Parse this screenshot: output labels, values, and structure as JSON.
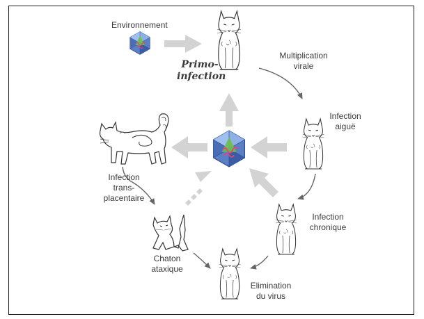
{
  "labels": {
    "environment": "Environnement",
    "primo_1": "Primo-",
    "primo_2": "infection",
    "multiplication_1": "Multiplication",
    "multiplication_2": "virale",
    "acute_1": "Infection",
    "acute_2": "aiguë",
    "transplacental_1": "Infection",
    "transplacental_2": "trans-",
    "transplacental_3": "placentaire",
    "chronic_1": "Infection",
    "chronic_2": "chronique",
    "kitten_1": "Chaton",
    "kitten_2": "ataxique",
    "elimination_1": "Elimination",
    "elimination_2": "du virus"
  },
  "colors": {
    "frame": "#1a1a1a",
    "thick_arrow": "#d3d3d3",
    "thin_arrow": "#666666",
    "virus_face": "#5a7fc4",
    "virus_light": "#8fb0e3",
    "virus_dark": "#3a5da6",
    "virus_green": "#6cc04a",
    "virus_rna": "#e0457b"
  },
  "icons": [
    "virus-icon",
    "cat-icon",
    "arrow-icon"
  ]
}
